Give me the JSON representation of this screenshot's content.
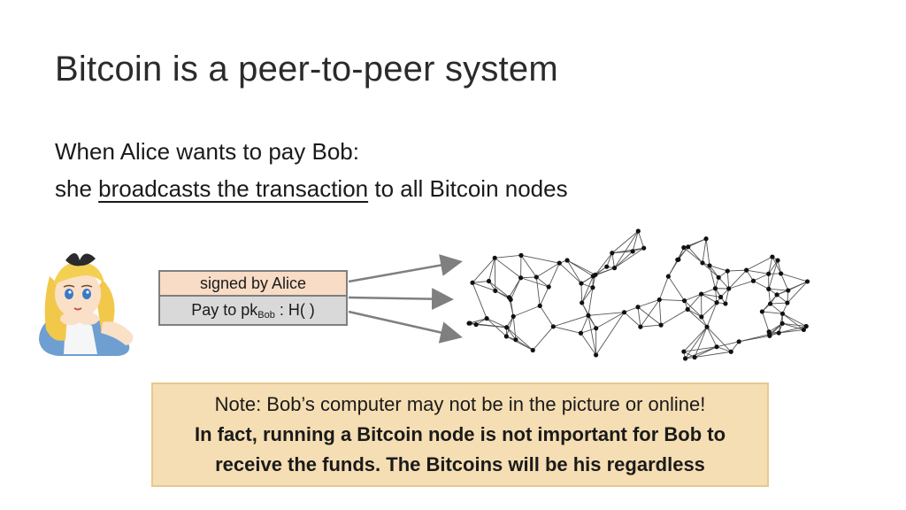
{
  "slide": {
    "title": "Bitcoin is a peer-to-peer system",
    "body": {
      "line1": "When Alice wants to pay Bob:",
      "line2_prefix": "she ",
      "line2_underlined": "broadcasts the transaction",
      "line2_suffix": " to all Bitcoin nodes"
    },
    "transaction": {
      "signed_label": "signed by Alice",
      "pay_prefix": "Pay to pk",
      "pay_sub": "Bob",
      "pay_suffix": " : H(  )"
    },
    "note": {
      "line1": "Note: Bob’s computer may not be in the picture or online!",
      "line2": "In fact, running a Bitcoin node is not important for Bob to",
      "line3": "receive the funds. The Bitcoins will be his regardless"
    },
    "colors": {
      "signed_fill": "#f8dcc6",
      "pay_fill": "#d9d9d9",
      "note_fill": "#f5deb3",
      "arrow": "#7f7f7f"
    },
    "icons": [
      "alice-illustration",
      "peer-network-graph"
    ]
  }
}
